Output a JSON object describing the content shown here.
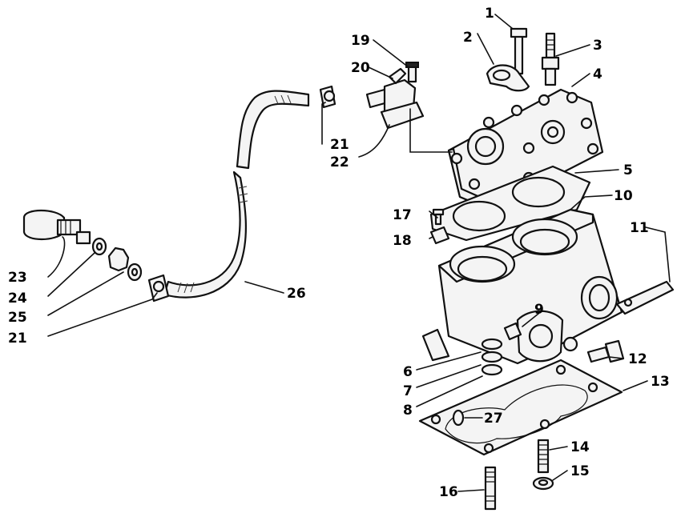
{
  "callouts": [
    {
      "n": "1"
    },
    {
      "n": "2"
    },
    {
      "n": "3"
    },
    {
      "n": "4"
    },
    {
      "n": "5"
    },
    {
      "n": "6"
    },
    {
      "n": "7"
    },
    {
      "n": "8"
    },
    {
      "n": "9"
    },
    {
      "n": "10"
    },
    {
      "n": "11"
    },
    {
      "n": "12"
    },
    {
      "n": "13"
    },
    {
      "n": "14"
    },
    {
      "n": "15"
    },
    {
      "n": "16"
    },
    {
      "n": "17"
    },
    {
      "n": "18"
    },
    {
      "n": "19"
    },
    {
      "n": "20"
    },
    {
      "n": "21"
    },
    {
      "n": "22"
    },
    {
      "n": "23"
    },
    {
      "n": "24"
    },
    {
      "n": "25"
    },
    {
      "n": "21"
    },
    {
      "n": "26"
    },
    {
      "n": "27"
    }
  ]
}
